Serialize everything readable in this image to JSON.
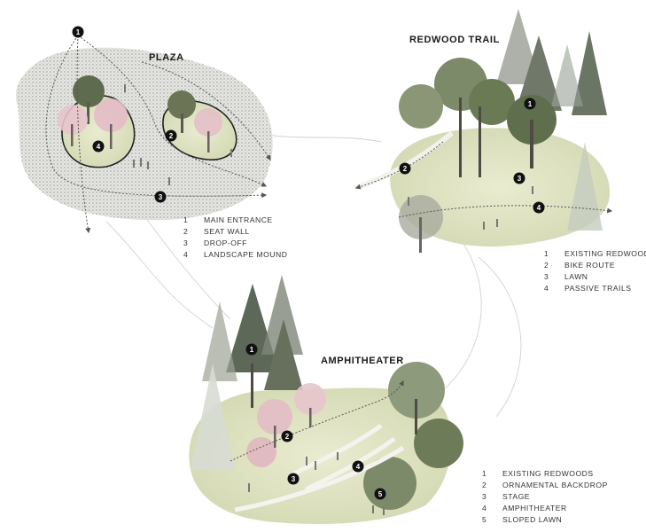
{
  "sections": {
    "plaza": {
      "title": "PLAZA",
      "legend": [
        {
          "num": "1",
          "label": "MAIN ENTRANCE"
        },
        {
          "num": "2",
          "label": "SEAT WALL"
        },
        {
          "num": "3",
          "label": "DROP-OFF"
        },
        {
          "num": "4",
          "label": "LANDSCAPE MOUND"
        }
      ],
      "markers": [
        "1",
        "2",
        "3",
        "4"
      ]
    },
    "redwood_trail": {
      "title": "REDWOOD TRAIL",
      "legend": [
        {
          "num": "1",
          "label": "EXISTING REDWOODS"
        },
        {
          "num": "2",
          "label": "BIKE ROUTE"
        },
        {
          "num": "3",
          "label": "LAWN"
        },
        {
          "num": "4",
          "label": "PASSIVE TRAILS"
        }
      ],
      "markers": [
        "1",
        "2",
        "3",
        "4"
      ]
    },
    "amphitheater": {
      "title": "AMPHITHEATER",
      "legend": [
        {
          "num": "1",
          "label": "EXISTING REDWOODS"
        },
        {
          "num": "2",
          "label": "ORNAMENTAL BACKDROP"
        },
        {
          "num": "3",
          "label": "STAGE"
        },
        {
          "num": "4",
          "label": "AMPHITHEATER"
        },
        {
          "num": "5",
          "label": "SLOPED LAWN"
        }
      ],
      "markers": [
        "1",
        "2",
        "3",
        "4",
        "5"
      ]
    }
  },
  "colors": {
    "lawn": "#dfe3c4",
    "paving": "#c9cbc6",
    "tree_green": "#6f7f5e",
    "redwood": "#56614f",
    "blossom": "#e6c3cc",
    "marker": "#111111",
    "connector": "#cfcfcf"
  }
}
